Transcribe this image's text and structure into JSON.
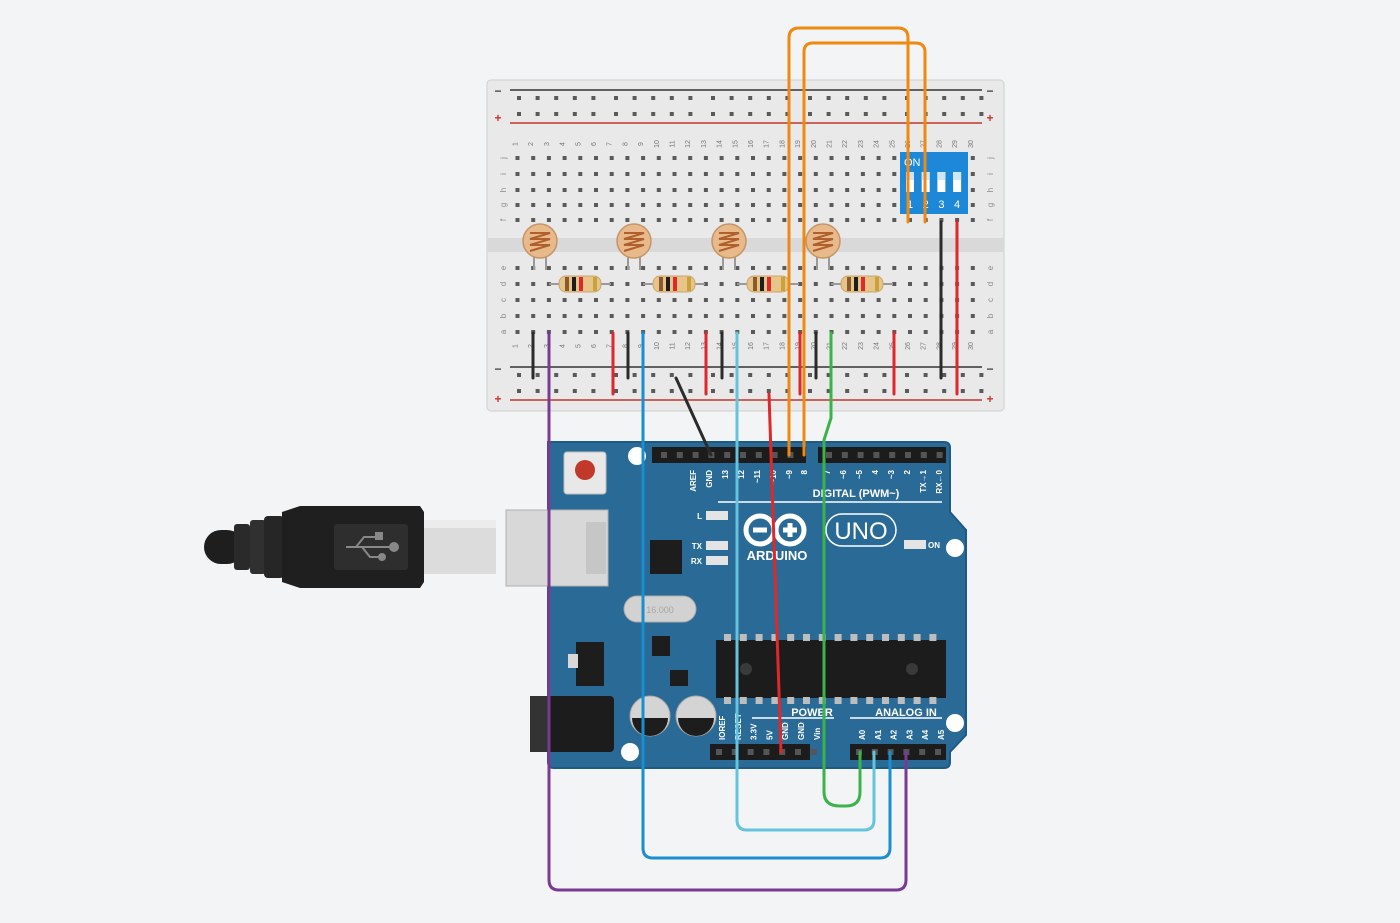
{
  "breadboard": {
    "column_numbers": [
      "1",
      "2",
      "3",
      "4",
      "5",
      "6",
      "7",
      "8",
      "9",
      "10",
      "11",
      "12",
      "13",
      "14",
      "15",
      "16",
      "17",
      "18",
      "19",
      "20",
      "21",
      "22",
      "23",
      "24",
      "25",
      "26",
      "27",
      "28",
      "29",
      "30"
    ],
    "row_letters_top": [
      "j",
      "i",
      "h",
      "g",
      "f"
    ],
    "row_letters_bottom": [
      "e",
      "d",
      "c",
      "b",
      "a"
    ],
    "rail_plus": "+",
    "rail_minus": "−"
  },
  "dip_switch": {
    "on_label": "ON",
    "positions": [
      "1",
      "2",
      "3",
      "4"
    ]
  },
  "arduino": {
    "brand": "ARDUINO",
    "model": "UNO",
    "digital_header": "DIGITAL (PWM~)",
    "digital_pins": [
      "AREF",
      "GND",
      "13",
      "12",
      "~11",
      "~10",
      "~9",
      "8",
      "7",
      "~6",
      "~5",
      "4",
      "~3",
      "2",
      "TX→1",
      "RX←0"
    ],
    "analog_header": "ANALOG IN",
    "analog_pins": [
      "A0",
      "A1",
      "A2",
      "A3",
      "A4",
      "A5"
    ],
    "power_header": "POWER",
    "power_pins": [
      "IOREF",
      "RESET",
      "3.3V",
      "5V",
      "GND",
      "GND",
      "Vin"
    ],
    "led_l": "L",
    "led_tx": "TX",
    "led_rx": "RX",
    "on_label": "ON",
    "crystal_label": "16.000"
  },
  "colors": {
    "board_blue": "#2a6a96",
    "wire_orange": "#f0890f",
    "wire_purple": "#7a3a93",
    "wire_blue": "#1b8ed0",
    "wire_lightblue": "#64c3dd",
    "wire_green": "#3cb34a",
    "wire_red": "#e0282a",
    "wire_black": "#2b2b2b",
    "dip_blue": "#1e88d8"
  }
}
